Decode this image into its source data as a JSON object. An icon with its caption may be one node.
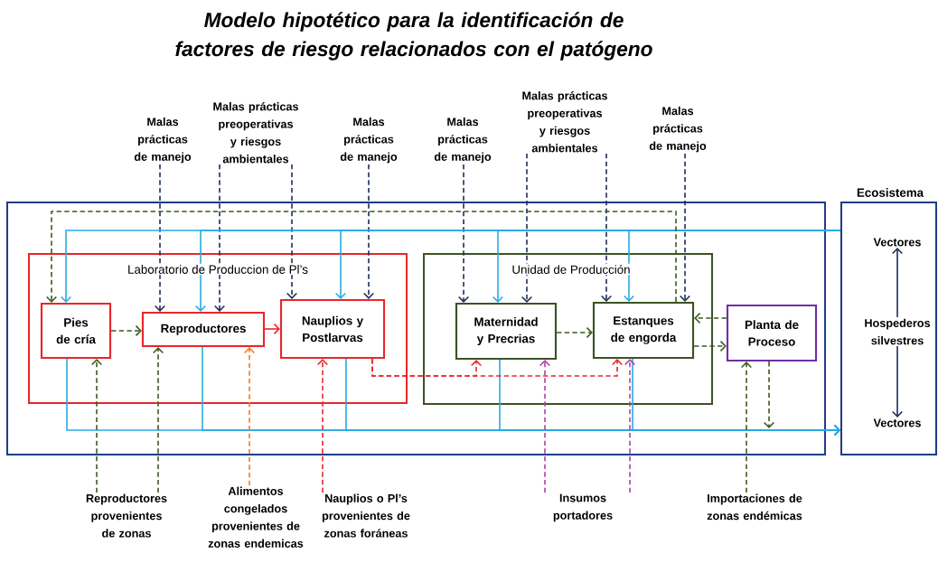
{
  "diagram": {
    "title": "Modelo hipotético para la identificación de factores de riesgo relacionados con el patógeno",
    "nodes": [
      {
        "text": [],
        "shape": "box"
      },
      {
        "text": [
          "Laboratorio de Produccion de Pl’s"
        ],
        "in": 0
      },
      {
        "text": [
          "Pies de cría"
        ],
        "in": 1
      },
      {
        "text": [
          "Reproductores"
        ],
        "in": 1
      },
      {
        "text": [
          "Nauplios y Postlarvas"
        ],
        "in": 1
      },
      {
        "text": [
          "Unidad de Producción"
        ],
        "in": 0
      },
      {
        "text": [
          "Maternidad y Precrias"
        ],
        "in": 5
      },
      {
        "text": [
          "Estanques de engorda"
        ],
        "in": 5
      },
      {
        "text": [
          "Planta de Proceso"
        ],
        "in": 0
      },
      {
        "text": [
          "Ecosistema"
        ]
      },
      {
        "text": [
          "Vectores"
        ],
        "in": 9
      },
      {
        "text": [
          "Hospederos silvestres"
        ],
        "in": 9
      },
      {
        "text": [
          "Vectores"
        ],
        "in": 9
      },
      {
        "text": [
          "Malas prácticas de manejo"
        ]
      },
      {
        "text": [
          "Malas prácticas preoperativas y riesgos ambientales"
        ]
      },
      {
        "text": [
          "Malas prácticas de manejo"
        ]
      },
      {
        "text": [
          "Malas prácticas de manejo"
        ]
      },
      {
        "text": [
          "Malas prácticas preoperativas y riesgos ambientales"
        ]
      },
      {
        "text": [
          "Malas prácticas de manejo"
        ]
      },
      {
        "text": [
          "Reproductores provenientes de zonas"
        ]
      },
      {
        "text": [
          "Alimentos congelados provenientes de zonas endemicas"
        ]
      },
      {
        "text": [
          "Nauplios o Pl’s provenientes de zonas foráneas"
        ]
      },
      {
        "text": [
          "Insumos portadores"
        ]
      },
      {
        "text": [
          "Importaciones de zonas endémicas"
        ]
      }
    ],
    "edges": [
      {
        "from": 13,
        "to": 3,
        "arrow": "to",
        "style": "dashed",
        "color": "#1f2d5c"
      },
      {
        "from": 14,
        "to": 3,
        "arrow": "to",
        "style": "dashed",
        "color": "#1f2d5c"
      },
      {
        "from": 14,
        "to": 4,
        "arrow": "to",
        "style": "dashed",
        "color": "#1f2d5c"
      },
      {
        "from": 15,
        "to": 4,
        "arrow": "to",
        "style": "dashed",
        "color": "#1f2d5c"
      },
      {
        "from": 16,
        "to": 6,
        "arrow": "to",
        "style": "dashed",
        "color": "#1f2d5c"
      },
      {
        "from": 17,
        "to": 6,
        "arrow": "to",
        "style": "dashed",
        "color": "#1f2d5c"
      },
      {
        "from": 17,
        "to": 7,
        "arrow": "to",
        "style": "dashed",
        "color": "#1f2d5c"
      },
      {
        "from": 18,
        "to": 7,
        "arrow": "to",
        "style": "dashed",
        "color": "#1f2d5c"
      },
      {
        "from": 9,
        "to": 2,
        "arrow": "to",
        "color": "#29abe2"
      },
      {
        "from": 9,
        "to": 3,
        "arrow": "to",
        "color": "#29abe2"
      },
      {
        "from": 9,
        "to": 4,
        "arrow": "to",
        "color": "#29abe2"
      },
      {
        "from": 9,
        "to": 6,
        "arrow": "to",
        "color": "#29abe2"
      },
      {
        "from": 9,
        "to": 7,
        "arrow": "to",
        "color": "#29abe2"
      },
      {
        "from": 2,
        "to": 9,
        "arrow": "to",
        "color": "#29abe2"
      },
      {
        "from": 3,
        "to": 9,
        "arrow": "to",
        "color": "#29abe2"
      },
      {
        "from": 4,
        "to": 9,
        "arrow": "to",
        "color": "#29abe2"
      },
      {
        "from": 6,
        "to": 9,
        "arrow": "to",
        "color": "#29abe2"
      },
      {
        "from": 7,
        "to": 9,
        "arrow": "to",
        "color": "#29abe2"
      },
      {
        "from": 7,
        "to": 2,
        "arrow": "to",
        "style": "dashed",
        "color": "#3d5a1e"
      },
      {
        "from": 2,
        "to": 3,
        "arrow": "to",
        "style": "dashed",
        "color": "#3d5a1e"
      },
      {
        "from": 3,
        "to": 4,
        "arrow": "to",
        "color": "#e8262b"
      },
      {
        "from": 6,
        "to": 7,
        "arrow": "to",
        "style": "dashed",
        "color": "#3d5a1e"
      },
      {
        "from": 8,
        "to": 7,
        "arrow": "to",
        "style": "dashed",
        "color": "#3d5a1e"
      },
      {
        "from": 7,
        "to": 8,
        "arrow": "to",
        "style": "dashed",
        "color": "#3d5a1e"
      },
      {
        "from": 8,
        "to": null,
        "arrow": "to",
        "style": "dashed",
        "color": "#3d5a1e"
      },
      {
        "from": 4,
        "to": 6,
        "arrow": "to",
        "style": "dashed",
        "color": "#e8262b"
      },
      {
        "from": 4,
        "to": 7,
        "arrow": "to",
        "style": "dashed",
        "color": "#e8262b"
      },
      {
        "from": 19,
        "to": 2,
        "arrow": "to",
        "style": "dashed",
        "color": "#3d5a1e"
      },
      {
        "from": 19,
        "to": 3,
        "arrow": "to",
        "style": "dashed",
        "color": "#3d5a1e"
      },
      {
        "from": 20,
        "to": 3,
        "arrow": "to",
        "style": "dashed",
        "color": "#f07c22"
      },
      {
        "from": 21,
        "to": 4,
        "arrow": "to",
        "style": "dashed",
        "color": "#e8262b"
      },
      {
        "from": 22,
        "to": 6,
        "arrow": "to",
        "style": "dashed",
        "color": "#b03fa5"
      },
      {
        "from": 22,
        "to": 7,
        "arrow": "to",
        "style": "dashed",
        "color": "#b03fa5"
      },
      {
        "from": 23,
        "to": 8,
        "arrow": "to",
        "style": "dashed",
        "color": "#3d5a1e"
      },
      {
        "from": 11,
        "to": 10,
        "arrow": "to",
        "color": "#1f2d5c"
      },
      {
        "from": 11,
        "to": 12,
        "arrow": "to",
        "color": "#1f2d5c"
      }
    ]
  }
}
